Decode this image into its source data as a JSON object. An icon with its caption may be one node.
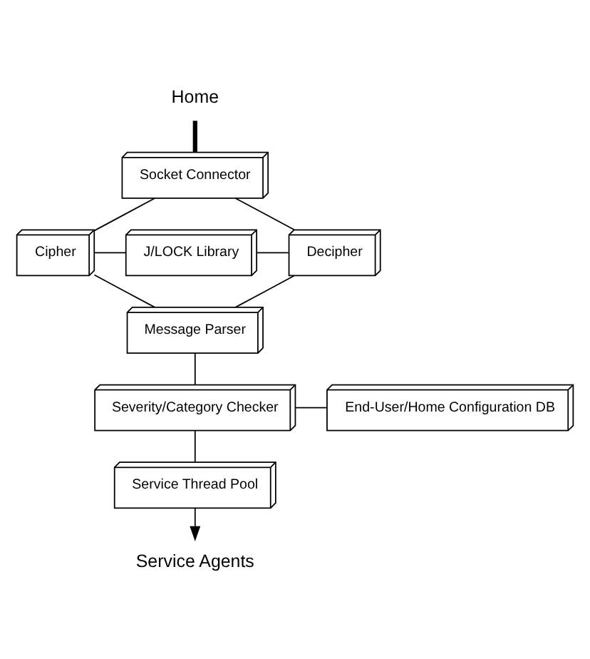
{
  "diagram": {
    "nodes": [
      {
        "text": [
          "Home"
        ]
      },
      {
        "text": [
          "Socket Connector"
        ]
      },
      {
        "text": [
          "Cipher"
        ]
      },
      {
        "text": [
          "J/LOCK Library"
        ]
      },
      {
        "text": [
          "Decipher"
        ]
      },
      {
        "text": [
          "Message Parser"
        ]
      },
      {
        "text": [
          "Severity/Category Checker"
        ]
      },
      {
        "text": [
          "End-User/Home Configuration DB"
        ]
      },
      {
        "text": [
          "Service Thread Pool"
        ]
      },
      {
        "text": [
          "Service Agents"
        ]
      }
    ],
    "edges": [
      {
        "from": 0,
        "to": 1,
        "arrow": "none",
        "style": "thick"
      },
      {
        "from": 1,
        "to": 2,
        "arrow": "none"
      },
      {
        "from": 1,
        "to": 4,
        "arrow": "none"
      },
      {
        "from": 2,
        "to": 3,
        "arrow": "none"
      },
      {
        "from": 3,
        "to": 4,
        "arrow": "none"
      },
      {
        "from": 2,
        "to": 5,
        "arrow": "none"
      },
      {
        "from": 4,
        "to": 5,
        "arrow": "none"
      },
      {
        "from": 5,
        "to": 6,
        "arrow": "none"
      },
      {
        "from": 6,
        "to": 7,
        "arrow": "none"
      },
      {
        "from": 6,
        "to": 8,
        "arrow": "none"
      },
      {
        "from": 8,
        "to": 9,
        "arrow": "to"
      }
    ]
  }
}
